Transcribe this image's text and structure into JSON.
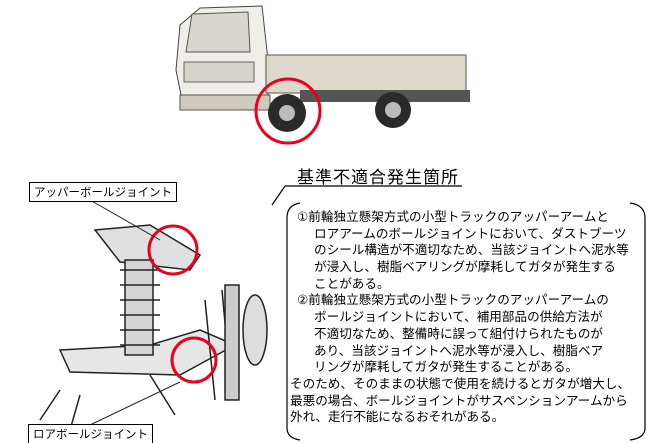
{
  "heading": "基準不適合発生箇所",
  "labels": {
    "upper": "アッパーボールジョイント",
    "lower": "ロアボールジョイント"
  },
  "description": {
    "item1": [
      "①前輪独立懸架方式の小型トラックのアッパーアームと",
      "ロアアームのボールジョイントにおいて、ダストブーツ",
      "のシール構造が不適切なため、当該ジョイントへ泥水等",
      "が浸入し、樹脂ベアリングが摩耗してガタが発生する",
      "ことがある。"
    ],
    "item2": [
      "②前輪独立懸架方式の小型トラックのアッパーアームの",
      "ボールジョイントにおいて、補用部品の供給方法が",
      "不適切なため、整備時に誤って組付けられたものが",
      "あり、当該ジョイントへ泥水等が浸入し、樹脂ベア",
      "リングが摩耗してガタが発生することがある。"
    ],
    "conclusion": [
      "そのため、そのままの状態で使用を続けるとガタが増大し、",
      "最悪の場合、ボールジョイントがサスペンションアームから",
      "外れ、走行不能になるおそれがある。"
    ]
  },
  "colors": {
    "highlight": "#e8001c"
  }
}
